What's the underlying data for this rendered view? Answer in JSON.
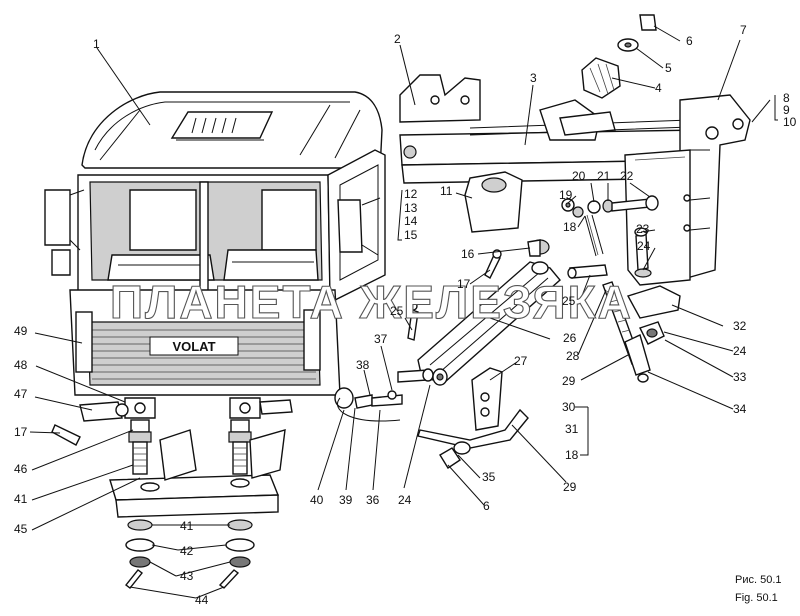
{
  "watermark": "ПЛАНЕТА ЖЕЛЕЗЯКА",
  "grille_badge": "VOLAT",
  "caption": {
    "ru": "Рис. 50.1",
    "en": "Fig. 50.1"
  },
  "callouts": [
    {
      "id": "1",
      "text": "1"
    },
    {
      "id": "2",
      "text": "2"
    },
    {
      "id": "3",
      "text": "3"
    },
    {
      "id": "4",
      "text": "4"
    },
    {
      "id": "5",
      "text": "5"
    },
    {
      "id": "6",
      "text": "6"
    },
    {
      "id": "7",
      "text": "7"
    },
    {
      "id": "8",
      "text": "8"
    },
    {
      "id": "9",
      "text": "9"
    },
    {
      "id": "10",
      "text": "10"
    },
    {
      "id": "11",
      "text": "11"
    },
    {
      "id": "12",
      "text": "12"
    },
    {
      "id": "13",
      "text": "13"
    },
    {
      "id": "14",
      "text": "14"
    },
    {
      "id": "15",
      "text": "15"
    },
    {
      "id": "16",
      "text": "16"
    },
    {
      "id": "17a",
      "text": "17"
    },
    {
      "id": "18a",
      "text": "18"
    },
    {
      "id": "19",
      "text": "19"
    },
    {
      "id": "20",
      "text": "20"
    },
    {
      "id": "21",
      "text": "21"
    },
    {
      "id": "22",
      "text": "22"
    },
    {
      "id": "23",
      "text": "23"
    },
    {
      "id": "24a",
      "text": "24"
    },
    {
      "id": "25a",
      "text": "25"
    },
    {
      "id": "25b",
      "text": "25"
    },
    {
      "id": "26",
      "text": "26"
    },
    {
      "id": "27",
      "text": "27"
    },
    {
      "id": "28",
      "text": "28"
    },
    {
      "id": "29a",
      "text": "29"
    },
    {
      "id": "30",
      "text": "30"
    },
    {
      "id": "31",
      "text": "31"
    },
    {
      "id": "18b",
      "text": "18"
    },
    {
      "id": "32",
      "text": "32"
    },
    {
      "id": "24b",
      "text": "24"
    },
    {
      "id": "33",
      "text": "33"
    },
    {
      "id": "34",
      "text": "34"
    },
    {
      "id": "37",
      "text": "37"
    },
    {
      "id": "38",
      "text": "38"
    },
    {
      "id": "49",
      "text": "49"
    },
    {
      "id": "48",
      "text": "48"
    },
    {
      "id": "47",
      "text": "47"
    },
    {
      "id": "17b",
      "text": "17"
    },
    {
      "id": "46",
      "text": "46"
    },
    {
      "id": "41a",
      "text": "41"
    },
    {
      "id": "45",
      "text": "45"
    },
    {
      "id": "40",
      "text": "40"
    },
    {
      "id": "39",
      "text": "39"
    },
    {
      "id": "36",
      "text": "36"
    },
    {
      "id": "24c",
      "text": "24"
    },
    {
      "id": "35",
      "text": "35"
    },
    {
      "id": "6b",
      "text": "6"
    },
    {
      "id": "29b",
      "text": "29"
    },
    {
      "id": "41b",
      "text": "41"
    },
    {
      "id": "42",
      "text": "42"
    },
    {
      "id": "43",
      "text": "43"
    },
    {
      "id": "44",
      "text": "44"
    }
  ]
}
